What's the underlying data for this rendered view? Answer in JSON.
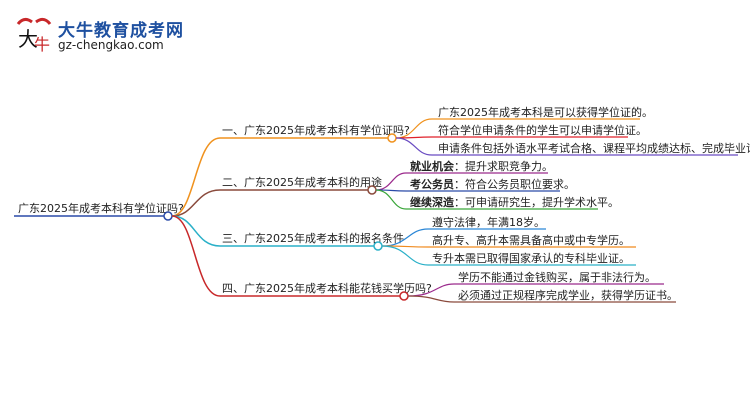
{
  "brand": {
    "name": "大牛教育成考网",
    "url": "gz-chengkao.com"
  },
  "root": {
    "label": "广东2025年成考本科有学位证吗?"
  },
  "branches": [
    {
      "label": "一、广东2025年成考本科有学位证吗?",
      "color": "#f0921e",
      "children": [
        {
          "text": "广东2025年成考本科是可以获得学位证的。",
          "color": "#f0921e"
        },
        {
          "text": "符合学位申请条件的学生可以申请学位证。",
          "color": "#e0202a"
        },
        {
          "text": "申请条件包括外语水平考试合格、课程平均成绩达标、完成毕业论文。",
          "color": "#6a4cc2"
        }
      ]
    },
    {
      "label": "二、广东2025年成考本科的用途",
      "color": "#8a4a3c",
      "children": [
        {
          "bold": "就业机会",
          "text": "：提升求职竞争力。",
          "color": "#9b2a8c"
        },
        {
          "bold": "考公务员",
          "text": "：符合公务员职位要求。",
          "color": "#2a4aa8"
        },
        {
          "bold": "继续深造",
          "text": "：可申请研究生，提升学术水平。",
          "color": "#3aa63a"
        }
      ]
    },
    {
      "label": "三、广东2025年成考本科的报名条件",
      "color": "#2ab0c8",
      "children": [
        {
          "text": "遵守法律，年满18岁。",
          "color": "#2a86d6"
        },
        {
          "text": "高升专、高升本需具备高中或中专学历。",
          "color": "#f08a1e"
        },
        {
          "text": "专升本需已取得国家承认的专科毕业证。",
          "color": "#2ab0c8"
        }
      ]
    },
    {
      "label": "四、广东2025年成考本科能花钱买学历吗?",
      "color": "#c8282a",
      "children": [
        {
          "text": "学历不能通过金钱购买，属于非法行为。",
          "color": "#9b2a8c"
        },
        {
          "text": "必须通过正规程序完成学业，获得学历证书。",
          "color": "#8a4a3c"
        }
      ]
    }
  ]
}
